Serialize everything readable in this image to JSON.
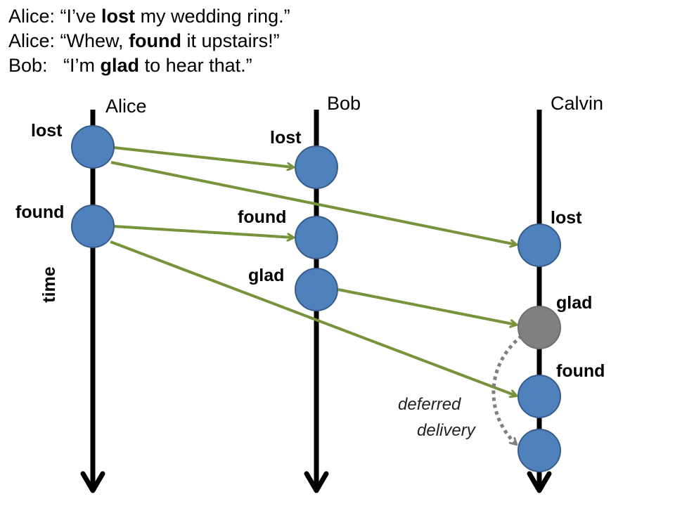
{
  "quotes": [
    {
      "speaker": "Alice:",
      "open": " “I’ve ",
      "bold": "lost",
      "close": " my wedding ring.”"
    },
    {
      "speaker": "Alice:",
      "open": " “Whew, ",
      "bold": "found",
      "close": " it upstairs!”"
    },
    {
      "speaker": "Bob:",
      "open": "   “I’m ",
      "bold": "glad",
      "close": " to hear that.”"
    }
  ],
  "processes": {
    "alice": "Alice",
    "bob": "Bob",
    "calvin": "Calvin"
  },
  "axis_label": "time",
  "events": {
    "alice_lost": "lost",
    "alice_found": "found",
    "bob_lost": "lost",
    "bob_found": "found",
    "bob_glad": "glad",
    "calvin_lost": "lost",
    "calvin_glad": "glad",
    "calvin_found": "found"
  },
  "note": {
    "line1": "deferred",
    "line2": "delivery"
  },
  "colors": {
    "event_fill": "#4f81bd",
    "event_stroke": "#385d8a",
    "pending_fill": "#808080",
    "message_arrow": "#77933c",
    "deferred_arrow": "#808080",
    "timeline": "#000000"
  }
}
